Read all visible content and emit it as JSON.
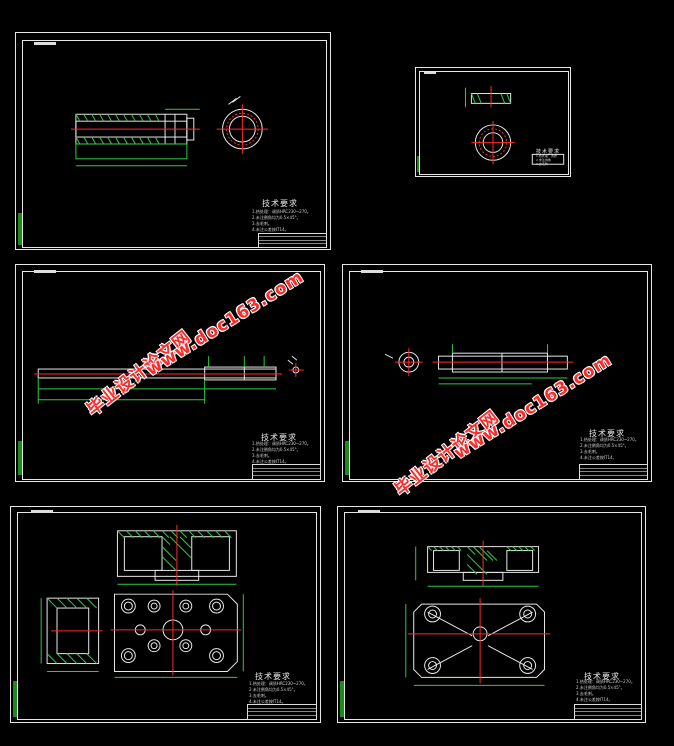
{
  "sheets": [
    {
      "id": "shaft-sleeve",
      "heading": "技术要求",
      "notes": [
        "1.热处理：调质HRC230~270。",
        "2.未注倒角均为0.5×45°。",
        "3.去毛刺。",
        "4.未注公差按IT14。"
      ]
    },
    {
      "id": "ring-part",
      "heading": "技术要求",
      "notes": [
        "1.热处理：调质",
        "2.未注倒角",
        "3.去毛刺"
      ]
    },
    {
      "id": "long-shaft",
      "heading": "技术要求",
      "notes": [
        "1.热处理：调质HRC230~270。",
        "2.未注倒角均为0.5×45°。",
        "3.去毛刺。",
        "4.未注公差按IT14。"
      ]
    },
    {
      "id": "roller-shaft",
      "heading": "技术要求",
      "notes": [
        "1.热处理：调质HRC230~270。",
        "2.未注倒角均为0.5×45°。",
        "3.去毛刺。",
        "4.未注公差按IT14。"
      ]
    },
    {
      "id": "box-frame",
      "heading": "技术要求",
      "notes": [
        "1.热处理：调质HRC230~270。",
        "2.未注倒角均为0.5×45°。",
        "3.去毛刺。",
        "4.未注公差按IT14。"
      ]
    },
    {
      "id": "base-plate",
      "heading": "技术要求",
      "notes": [
        "1.热处理：调质HRC230~270。",
        "2.未注倒角均为0.5×45°。",
        "3.去毛刺。",
        "4.未注公差按IT14。"
      ]
    }
  ],
  "watermark": {
    "cn": "毕业设计论文网",
    "url": "www.doc163.com"
  },
  "colors": {
    "background": "#000000",
    "line": "#e8e8e8",
    "centerline": "#ff2a2a",
    "dimension": "#2ecc40",
    "hatch": "#2ecc40",
    "watermark": "#ff2a2a"
  }
}
